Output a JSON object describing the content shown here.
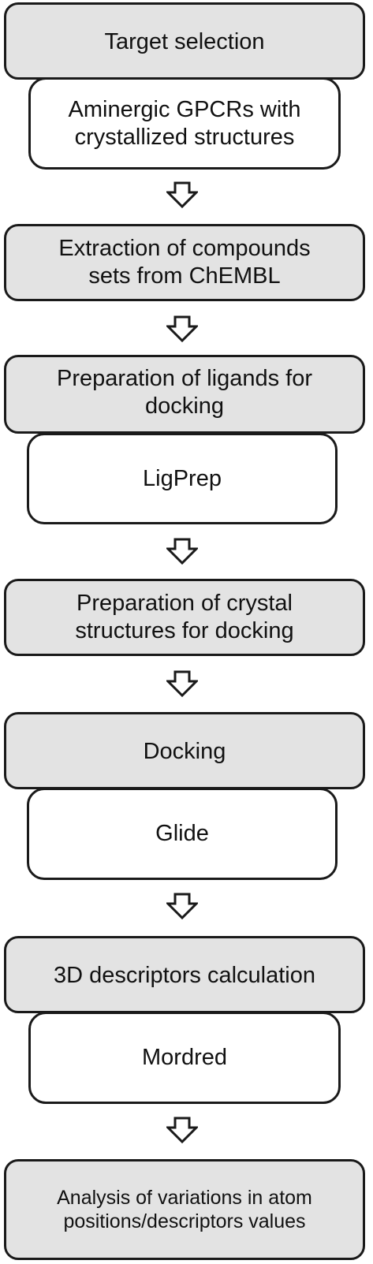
{
  "steps": [
    {
      "label": "Target selection"
    },
    {
      "label": "Extraction of compounds\nsets from ChEMBL"
    },
    {
      "label": "Preparation of ligands for\ndocking"
    },
    {
      "label": "Preparation of crystal\nstructures for docking"
    },
    {
      "label": "Docking"
    },
    {
      "label": "3D descriptors calculation"
    },
    {
      "label": "Analysis of variations in atom\npositions/descriptors values"
    }
  ],
  "tools": [
    {
      "label": "Aminergic GPCRs with\ncrystallized structures"
    },
    {
      "label": "LigPrep"
    },
    {
      "label": "Glide"
    },
    {
      "label": "Mordred"
    }
  ],
  "colors": {
    "step_fill": "#e3e3e3",
    "tool_fill": "#ffffff",
    "stroke": "#1a1a1a"
  },
  "arrow_icon": "down-arrow-outline-icon"
}
